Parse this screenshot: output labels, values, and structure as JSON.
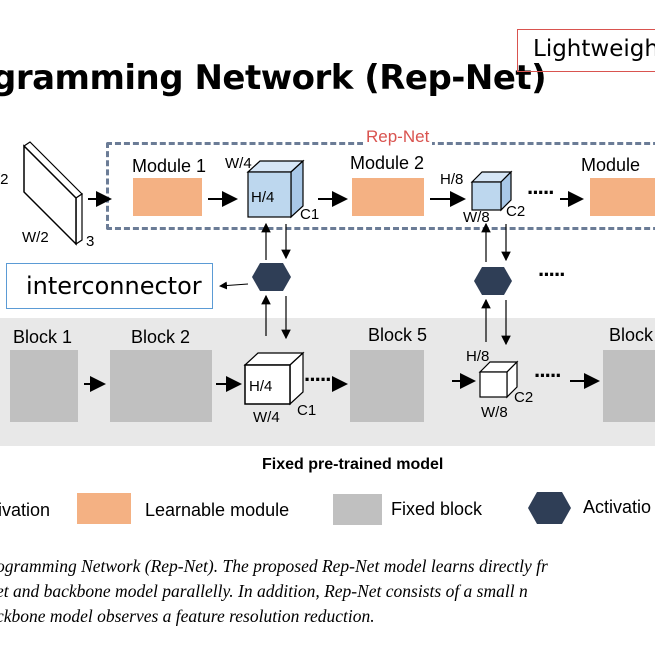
{
  "title": "gramming Network (Rep-Net)",
  "badge": "Lightweigh",
  "repnet_label": "Rep-Net",
  "modules": [
    "Module 1",
    "Module 2",
    "Module"
  ],
  "blocks": [
    "Block 1",
    "Block 2",
    "Block 5",
    "Block"
  ],
  "input_dims": {
    "h": "/2",
    "w": "W/2",
    "c": "3"
  },
  "feature_dims": {
    "stage1": {
      "w": "W/4",
      "h": "H/4",
      "c": "C1"
    },
    "stage2": {
      "h": "H/8",
      "w": "W/8",
      "c": "C2"
    }
  },
  "ellipsis": "·····",
  "interconnector": "interconnector",
  "fixed_model_caption": "Fixed pre-trained model",
  "legend": {
    "activation_left": "ivation",
    "learnable": "Learnable module",
    "fixed": "Fixed block",
    "activation_right": "Activatio"
  },
  "caption_lines": [
    "ogramming Network (Rep-Net). The proposed Rep-Net model learns directly fr",
    "et and backbone model parallelly.  In addition, Rep-Net consists of a small n",
    "ckbone model observes a feature resolution reduction."
  ],
  "colors": {
    "learnable": "#f4b183",
    "fixed": "#c0c0c0",
    "activation": "#2f3e56",
    "repnet_border": "#6b7c96",
    "accent_red": "#d9534f",
    "interconnector_border": "#5b9bd5",
    "cube_blue": "#bdd7ee"
  }
}
